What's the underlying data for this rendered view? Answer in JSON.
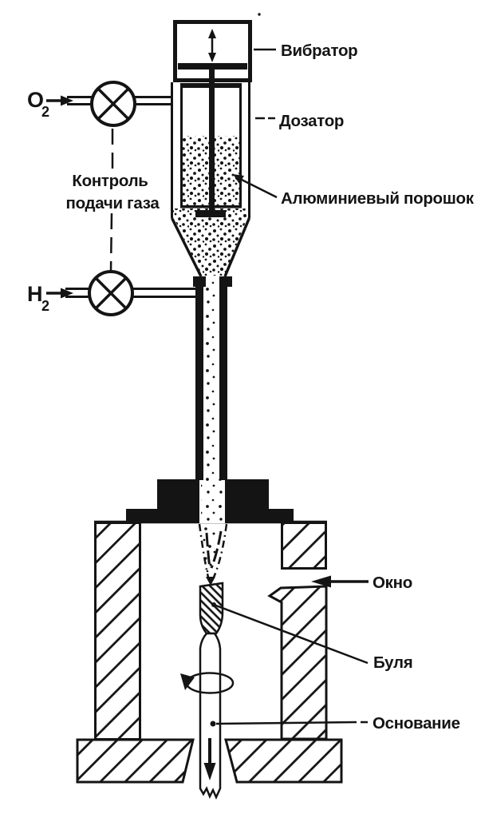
{
  "diagram": {
    "callouts": {
      "vibrator": "Вибратор",
      "doser": "Дозатор",
      "aluminum_powder": "Алюминиевый порошок",
      "window": "Окно",
      "boule": "Буля",
      "base": "Основание"
    },
    "gas_control": {
      "line1": "Контроль",
      "line2": "подачи газа"
    },
    "gas_inputs": {
      "oxygen": {
        "symbol": "O",
        "subscript": "2"
      },
      "hydrogen": {
        "symbol": "H",
        "subscript": "2"
      }
    },
    "colors": {
      "ink": "#141414",
      "paper": "#ffffff"
    }
  }
}
